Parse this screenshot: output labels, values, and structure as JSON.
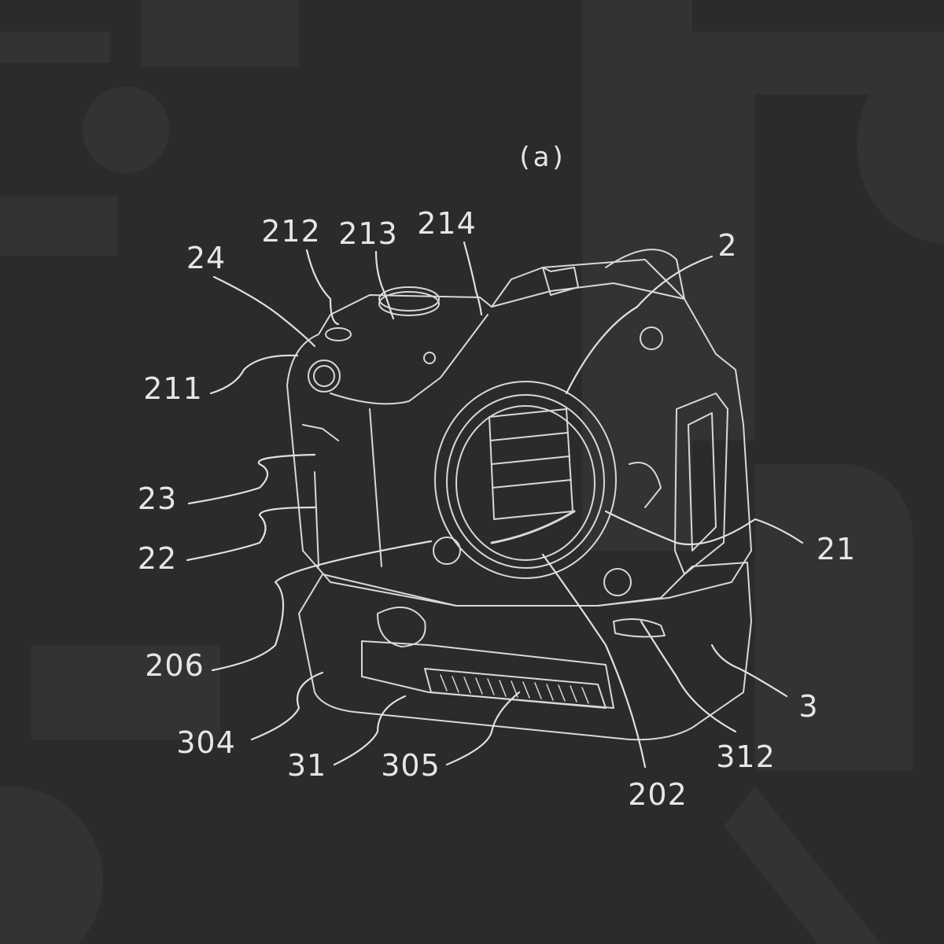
{
  "figure": {
    "caption": "(a)",
    "labels": {
      "l212": "212",
      "l213": "213",
      "l214": "214",
      "l2": "2",
      "l24": "24",
      "l211": "211",
      "l23": "23",
      "l22": "22",
      "l206": "206",
      "l304": "304",
      "l31": "31",
      "l305": "305",
      "l202": "202",
      "l312": "312",
      "l3": "3",
      "l21": "21"
    }
  },
  "colors": {
    "background": "#2b2b2b",
    "watermark": "#323232",
    "line": "#dcdcdc"
  }
}
